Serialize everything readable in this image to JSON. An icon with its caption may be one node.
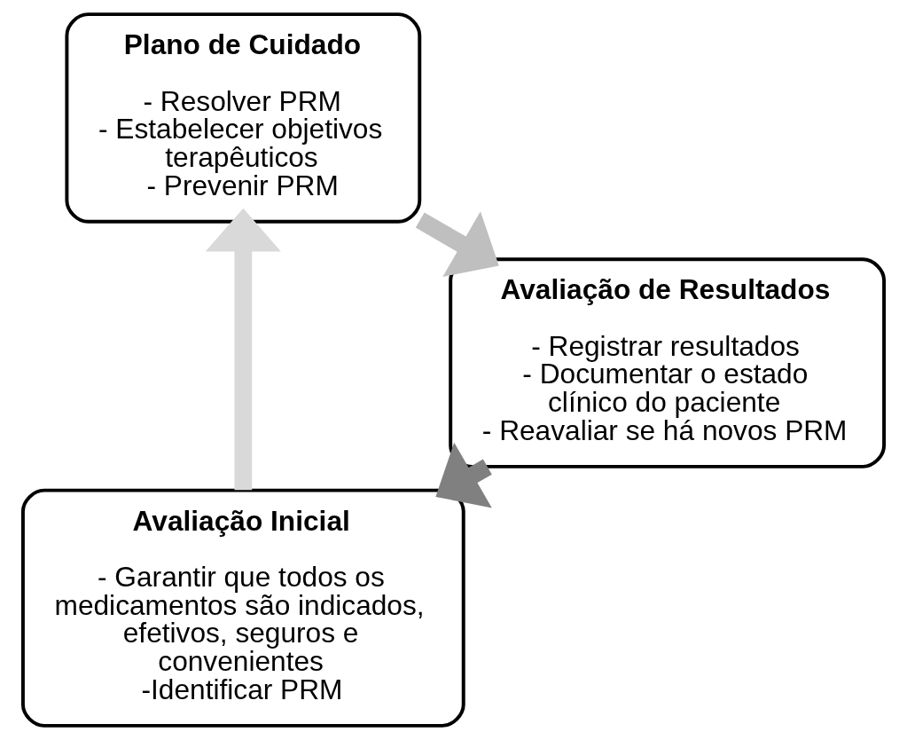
{
  "diagram": {
    "nodes": [
      {
        "text": [
          "Avaliação Inicial",
          "- Garantir que todos os medicamentos são indicados, efetivos, seguros e convenientes",
          "-Identificar PRM"
        ]
      },
      {
        "text": [
          "Plano de Cuidado",
          "- Resolver PRM",
          "- Estabelecer objetivos terapêuticos",
          "- Prevenir PRM"
        ]
      },
      {
        "text": [
          "Avaliação de Resultados",
          "- Registrar resultados",
          "- Documentar o estado clínico do paciente",
          "- Reavaliar se há novos PRM"
        ]
      }
    ],
    "edges": [
      {
        "from": 0,
        "to": 1,
        "arrow": "to",
        "color": "#d9d9d9"
      },
      {
        "from": 1,
        "to": 2,
        "arrow": "to",
        "color": "#bfbfbf"
      },
      {
        "from": 2,
        "to": 0,
        "arrow": "to",
        "color": "#808080"
      }
    ]
  }
}
